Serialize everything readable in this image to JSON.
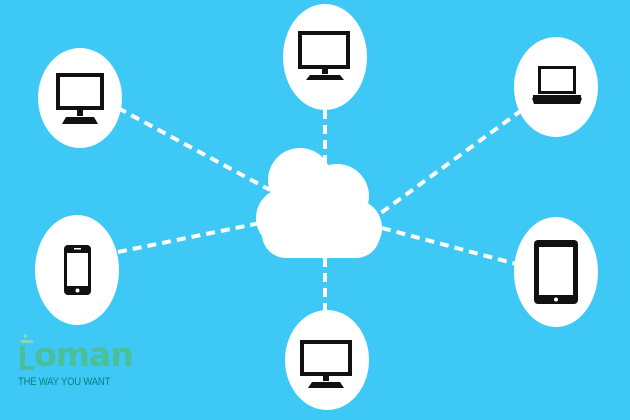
{
  "diagram": {
    "background_color": "#3dc8f5",
    "hub": {
      "icon": "cloud-icon",
      "color": "#ffffff"
    },
    "nodes": [
      {
        "id": "top-left",
        "icon": "monitor-icon"
      },
      {
        "id": "top-center",
        "icon": "monitor-icon"
      },
      {
        "id": "top-right",
        "icon": "laptop-icon"
      },
      {
        "id": "middle-left",
        "icon": "smartphone-icon"
      },
      {
        "id": "middle-right",
        "icon": "tablet-icon"
      },
      {
        "id": "bottom-center",
        "icon": "monitor-icon"
      }
    ],
    "connector_style": "dashed-white"
  },
  "logo": {
    "word": "oman",
    "tagline": "THE WAY YOU WANT",
    "word_color": "#4bbf9a",
    "tagline_color": "#0b7f7f"
  }
}
